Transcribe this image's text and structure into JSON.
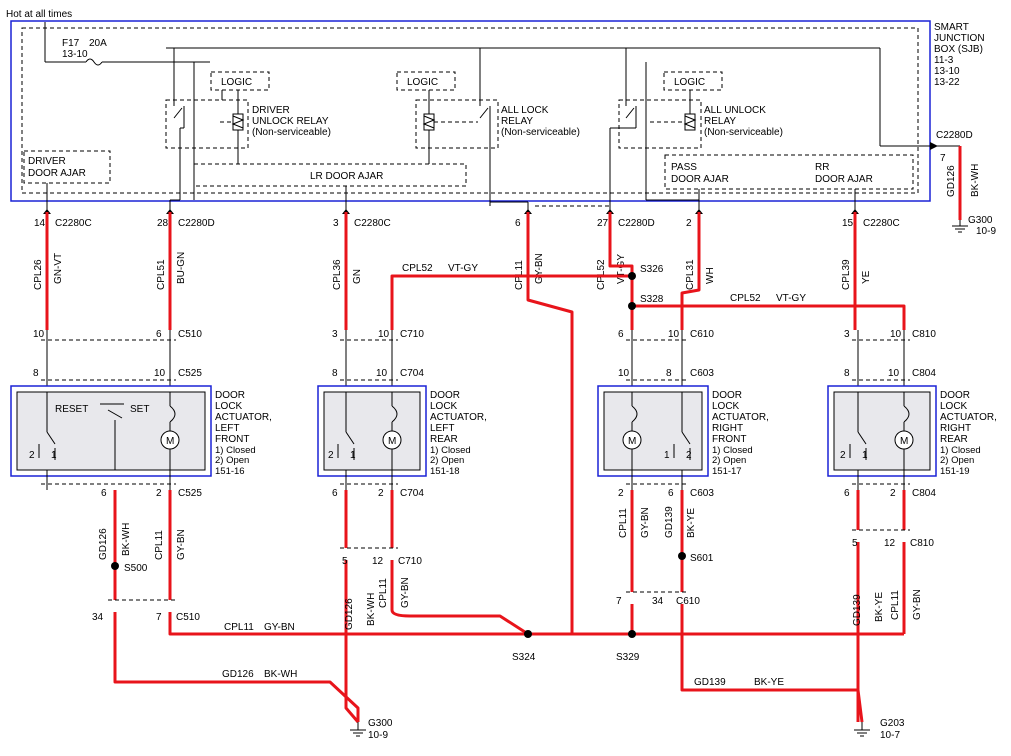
{
  "sjb": {
    "hot_label": "Hot at all times",
    "fuse": "F17",
    "fuse_rating": "20A",
    "fuse_ref": "13-10",
    "title": [
      "SMART",
      "JUNCTION",
      "BOX (SJB)",
      "11-3",
      "13-10",
      "13-22"
    ],
    "logic": "LOGIC",
    "driver_relay": [
      "DRIVER",
      "UNLOCK RELAY",
      "(Non-serviceable)"
    ],
    "all_lock_relay": [
      "ALL LOCK",
      "RELAY",
      "(Non-serviceable)"
    ],
    "all_unlock_relay": [
      "ALL UNLOCK",
      "RELAY",
      "(Non-serviceable)"
    ],
    "driver_door_ajar": [
      "DRIVER",
      "DOOR AJAR"
    ],
    "lr_door_ajar": "LR DOOR AJAR",
    "pass_door_ajar": [
      "PASS",
      "DOOR AJAR"
    ],
    "rr_door_ajar": [
      "RR",
      "DOOR AJAR"
    ],
    "c2280d": "C2280D"
  },
  "ground_top": {
    "pin": "7",
    "circuit": "GD126",
    "color": "BK-WH",
    "ground": "G300",
    "ref": "10-9"
  },
  "columns": [
    {
      "pin": "14",
      "conn": "C2280C",
      "circuit": "CPL26",
      "color": "GN-VT"
    },
    {
      "pin": "28",
      "conn": "C2280D",
      "circuit": "CPL51",
      "color": "BU-GN"
    },
    {
      "pin": "3",
      "conn": "C2280C",
      "circuit": "CPL36",
      "color": "GN"
    },
    {
      "pin": "6",
      "conn": "",
      "circuit": "CPL11",
      "color": "GY-BN"
    },
    {
      "pin": "27",
      "conn": "C2280D",
      "circuit": "CPL52",
      "color": "VT-GY"
    },
    {
      "pin": "2",
      "conn": "",
      "circuit": "CPL31",
      "color": "WH"
    },
    {
      "pin": "15",
      "conn": "C2280C",
      "circuit": "CPL39",
      "color": "YE"
    }
  ],
  "splices": {
    "s326": "S326",
    "s328": "S328",
    "s324": "S324",
    "s329": "S329",
    "s500": "S500",
    "s601": "S601"
  },
  "runs": {
    "cpl52_left": {
      "circuit": "CPL52",
      "color": "VT-GY"
    },
    "cpl52_right": {
      "circuit": "CPL52",
      "color": "VT-GY"
    },
    "cpl11_bottom": {
      "circuit": "CPL11",
      "color": "GY-BN"
    },
    "gd126_bottom": {
      "circuit": "GD126",
      "color": "BK-WH"
    },
    "gd139_bottom": {
      "circuit": "GD139",
      "color": "BK-YE"
    }
  },
  "actuators": [
    {
      "title": [
        "DOOR",
        "LOCK",
        "ACTUATOR,",
        "LEFT",
        "FRONT"
      ],
      "states": [
        "1) Closed",
        "2) Open"
      ],
      "ref": "151-16",
      "reset": "RESET",
      "set": "SET",
      "top_conn_a": {
        "pin": "10",
        "conn": "C510"
      },
      "top_pin_b": "6",
      "mid_a": "8",
      "mid_b": "10",
      "mid_conn": "C525",
      "bot_a": "6",
      "bot_b": "2",
      "bot_conn": "C525",
      "sw1": "2",
      "sw2": "1"
    },
    {
      "title": [
        "DOOR",
        "LOCK",
        "ACTUATOR,",
        "LEFT",
        "REAR"
      ],
      "states": [
        "1) Closed",
        "2) Open"
      ],
      "ref": "151-18",
      "top_a": "3",
      "top_b": "10",
      "top_conn": "C710",
      "mid_a": "8",
      "mid_b": "10",
      "mid_conn": "C704",
      "bot_a": "6",
      "bot_b": "2",
      "bot_conn": "C704",
      "sw1": "2",
      "sw2": "1"
    },
    {
      "title": [
        "DOOR",
        "LOCK",
        "ACTUATOR,",
        "RIGHT",
        "FRONT"
      ],
      "states": [
        "1) Closed",
        "2) Open"
      ],
      "ref": "151-17",
      "top_a": "6",
      "top_b": "10",
      "top_conn": "C610",
      "mid_a": "10",
      "mid_b": "8",
      "mid_conn": "C603",
      "bot_a": "2",
      "bot_b": "6",
      "bot_conn": "C603",
      "sw1": "1",
      "sw2": "2"
    },
    {
      "title": [
        "DOOR",
        "LOCK",
        "ACTUATOR,",
        "RIGHT",
        "REAR"
      ],
      "states": [
        "1) Closed",
        "2) Open"
      ],
      "ref": "151-19",
      "top_a": "3",
      "top_b": "10",
      "top_conn": "C810",
      "mid_a": "8",
      "mid_b": "10",
      "mid_conn": "C804",
      "bot_a": "6",
      "bot_b": "2",
      "bot_conn": "C804",
      "sw1": "2",
      "sw2": "1"
    }
  ],
  "lower": {
    "lf_gd126": "GD126",
    "lf_bkwh": "BK-WH",
    "lf_cpl11": "CPL11",
    "lf_gybn": "GY-BN",
    "lf_c510_a": "34",
    "lf_c510_b": "7",
    "lf_c510": "C510",
    "lr_c710_a": "5",
    "lr_c710_b": "12",
    "lr_c710": "C710",
    "lr_gd126": "GD126",
    "lr_bkwh": "BK-WH",
    "lr_cpl11": "CPL11",
    "lr_gybn": "GY-BN",
    "rf_cpl11": "CPL11",
    "rf_gybn": "GY-BN",
    "rf_gd139": "GD139",
    "rf_bkye": "BK-YE",
    "rf_c610_a": "7",
    "rf_c610_b": "34",
    "rf_c610": "C610",
    "rr_c810_a": "5",
    "rr_c810_b": "12",
    "rr_c810": "C810",
    "rr_gd139": "GD139",
    "rr_bkye": "BK-YE",
    "rr_cpl11": "CPL11",
    "rr_gybn": "GY-BN",
    "g300": "G300",
    "g300_ref": "10-9",
    "g203": "G203",
    "g203_ref": "10-7"
  },
  "colors": {
    "wire": "#e8141b",
    "border": "#1a22d6",
    "actuator_fill": "#e8e8ec"
  }
}
